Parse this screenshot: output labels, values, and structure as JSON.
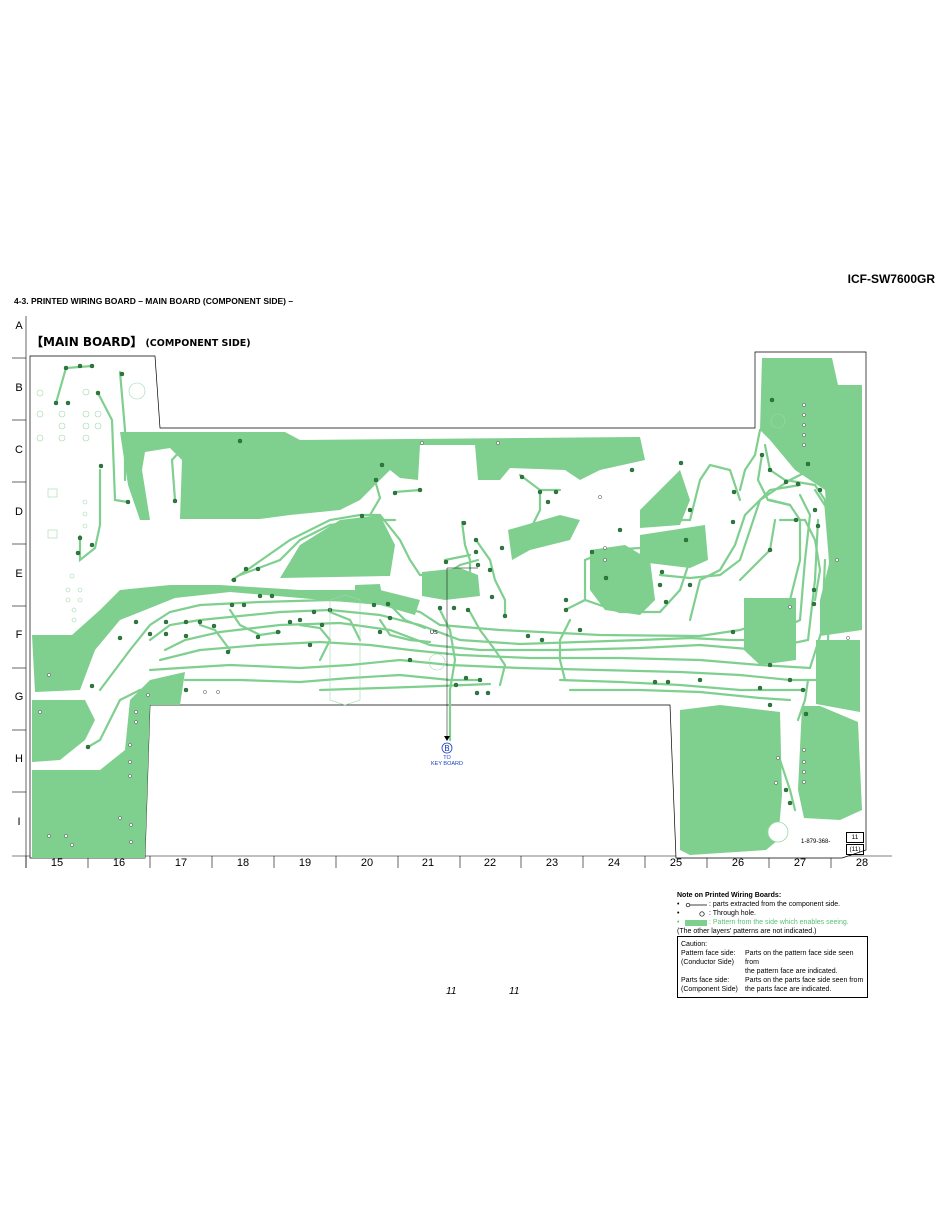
{
  "header": {
    "model": "ICF-SW7600GR",
    "section_title": "4-3. PRINTED WIRING BOARD – MAIN BOARD (COMPONENT SIDE) –"
  },
  "board": {
    "label_main": "【MAIN BOARD】",
    "label_sub": "(COMPONENT SIDE)",
    "part_number": "1-879-368-",
    "box_top": "11",
    "box_bottom": "(11)",
    "us_label": "US",
    "connector_letter": "B",
    "connector_to": "TO",
    "connector_dest": "KEY BOARD",
    "pattern_color": "#7fcf8f",
    "via_color": "#2e7d3f",
    "trace_color": "#7fcf8f"
  },
  "grid": {
    "rows": [
      "A",
      "B",
      "C",
      "D",
      "E",
      "F",
      "G",
      "H",
      "I"
    ],
    "columns": [
      "15",
      "16",
      "17",
      "18",
      "19",
      "20",
      "21",
      "22",
      "23",
      "24",
      "25",
      "26",
      "27",
      "28"
    ]
  },
  "notes": {
    "heading": "Note on Printed Wiring Boards:",
    "items": [
      {
        "bullet": "•",
        "text": ": parts extracted from the component side."
      },
      {
        "bullet": "•",
        "text": ": Through hole."
      },
      {
        "bullet": "•",
        "text": ": Pattern from the side which enables seeing."
      }
    ],
    "footer": "(The other layers' patterns are not indicated.)"
  },
  "caution": {
    "heading": "Caution:",
    "rows": [
      {
        "k1": "Pattern face side:",
        "k2": "(Conductor Side)",
        "v1": "Parts on the pattern face side seen from",
        "v2": "the pattern face are indicated."
      },
      {
        "k1": "Parts face side:",
        "k2": "(Component Side)",
        "v1": "Parts on the parts face side seen from",
        "v2": "the parts face are indicated."
      }
    ]
  },
  "page_numbers": [
    "11",
    "11"
  ]
}
